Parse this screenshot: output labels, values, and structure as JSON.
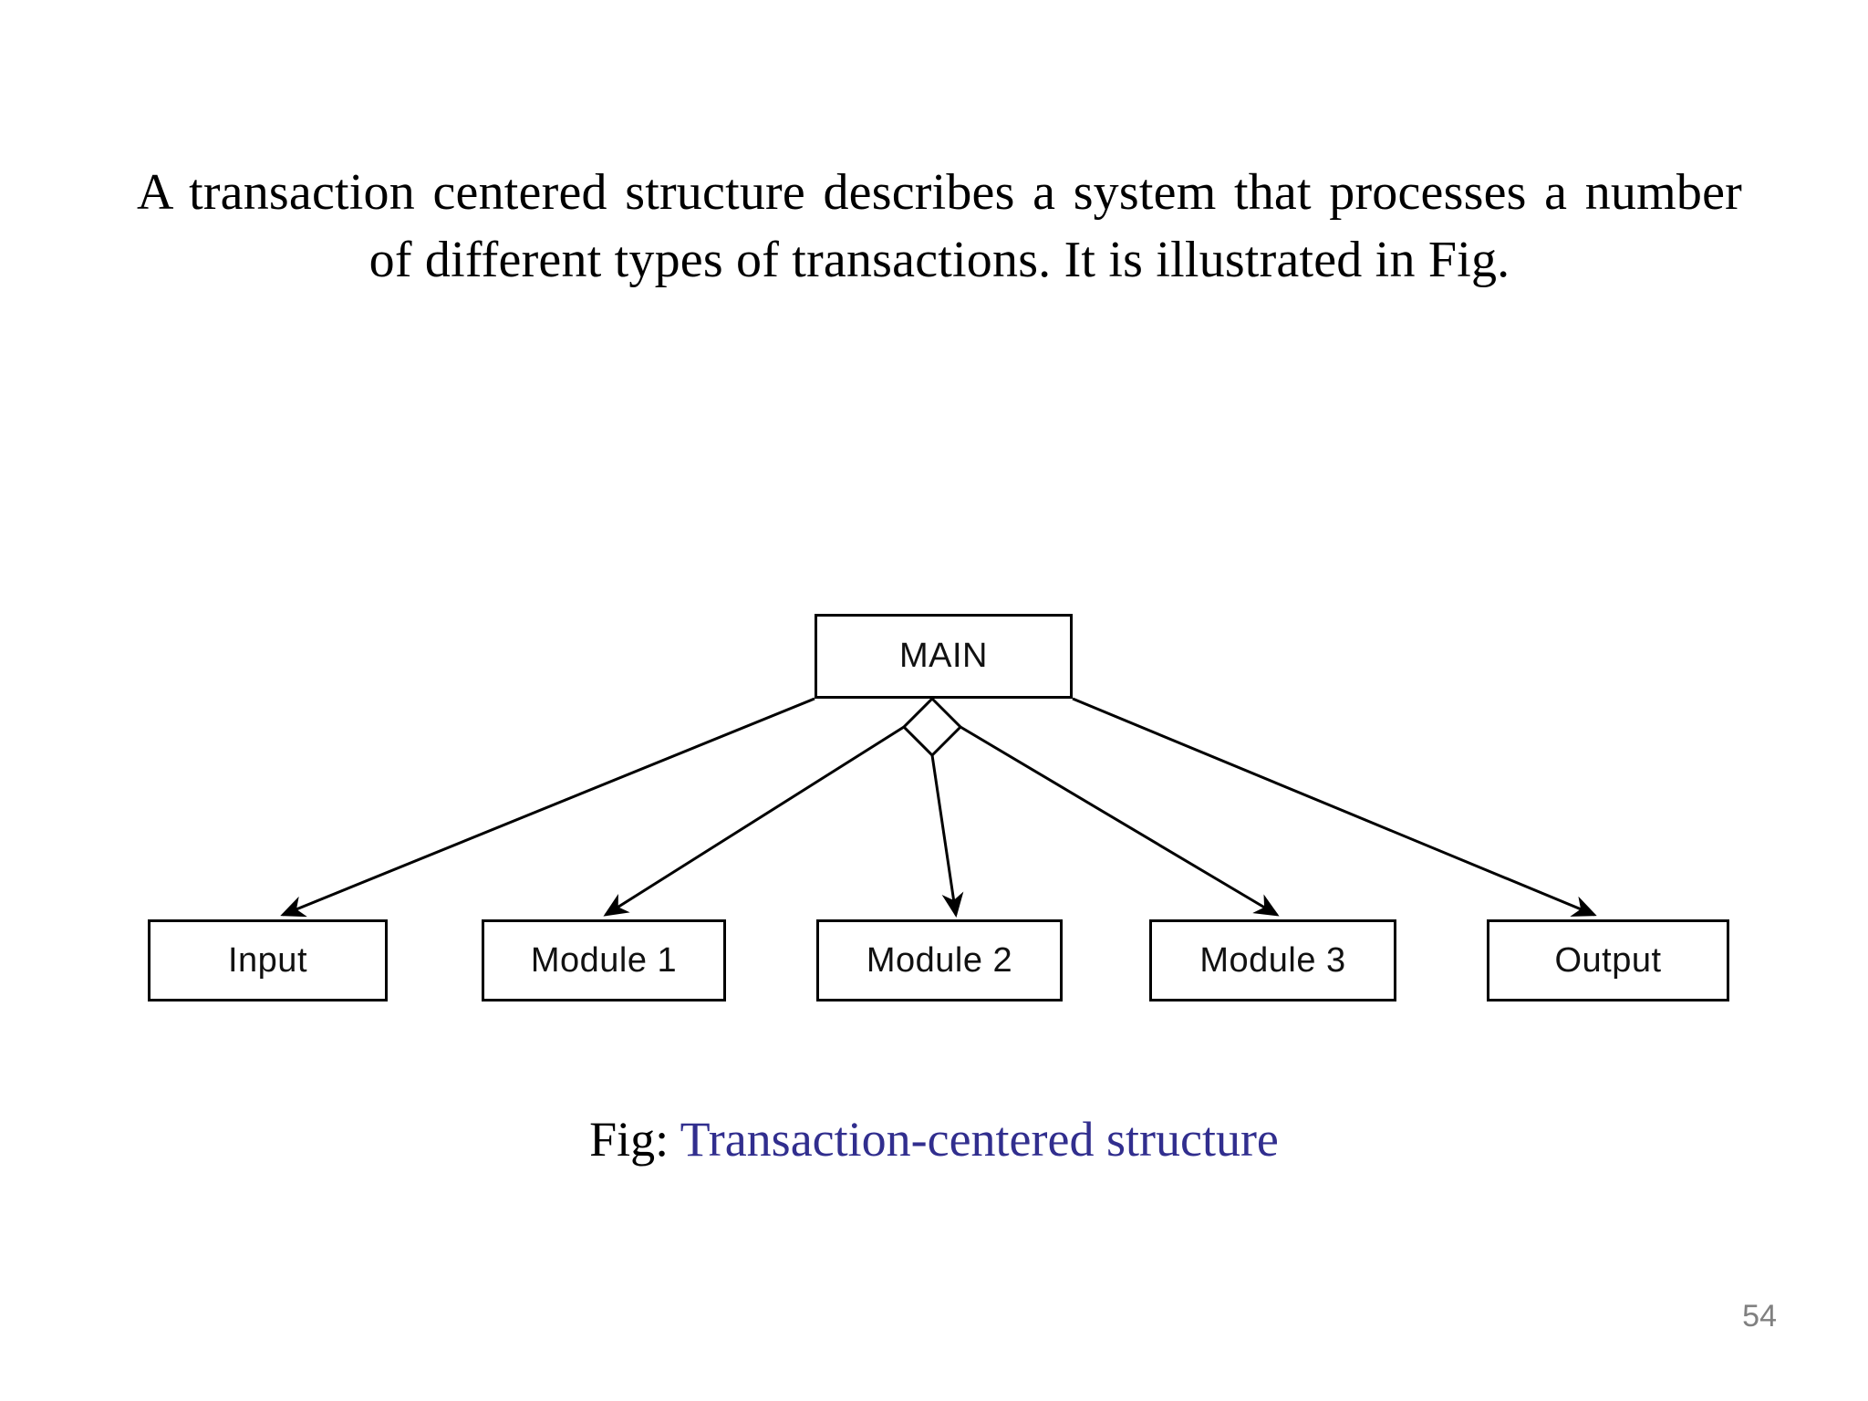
{
  "slide": {
    "body_text": "A transaction centered structure describes a system that processes a number of different types of transactions. It is illustrated in Fig.",
    "page_number": "54",
    "accent_color": "#312E8E",
    "page_number_color": "#808080",
    "line_color": "#000000",
    "background_color": "#ffffff"
  },
  "caption": {
    "prefix": "Fig: ",
    "title": "Transaction-centered structure"
  },
  "diagram": {
    "type": "structure-chart",
    "root": {
      "label": "MAIN"
    },
    "junction": {
      "shape": "diamond",
      "label": ""
    },
    "children": [
      {
        "label": "Input",
        "from": "root-bottom-left",
        "arrow": "arrow-head"
      },
      {
        "label": "Module 1",
        "from": "diamond-left",
        "arrow": "arrow-head"
      },
      {
        "label": "Module 2",
        "from": "diamond-bottom",
        "arrow": "arrow-head"
      },
      {
        "label": "Module 3",
        "from": "diamond-right",
        "arrow": "arrow-head"
      },
      {
        "label": "Output",
        "from": "root-bottom-right",
        "arrow": "arrow-head"
      }
    ]
  }
}
